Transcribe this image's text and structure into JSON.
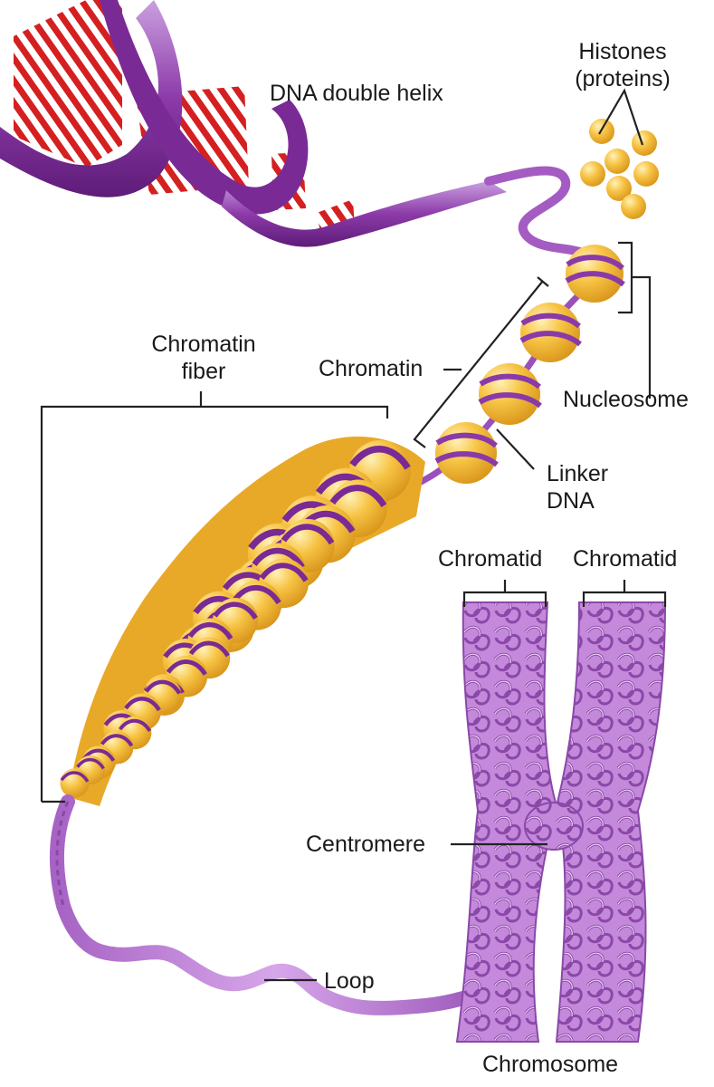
{
  "labels": {
    "dna_double_helix": "DNA double helix",
    "histones_line1": "Histones",
    "histones_line2": "(proteins)",
    "chromatin_fiber_line1": "Chromatin",
    "chromatin_fiber_line2": "fiber",
    "chromatin": "Chromatin",
    "nucleosome": "Nucleosome",
    "linker_dna_line1": "Linker",
    "linker_dna_line2": "DNA",
    "chromatid_left": "Chromatid",
    "chromatid_right": "Chromatid",
    "centromere": "Centromere",
    "loop": "Loop",
    "chromosome": "Chromosome"
  },
  "colors": {
    "dna_purple": "#7a2a95",
    "dna_light": "#b57ad0",
    "base_red": "#d42020",
    "histone_gold": "#f5b731",
    "histone_light": "#ffe08a",
    "chromosome_lilac": "#c489db",
    "chromosome_dark": "#8a48a8",
    "leader_line": "#222222"
  }
}
